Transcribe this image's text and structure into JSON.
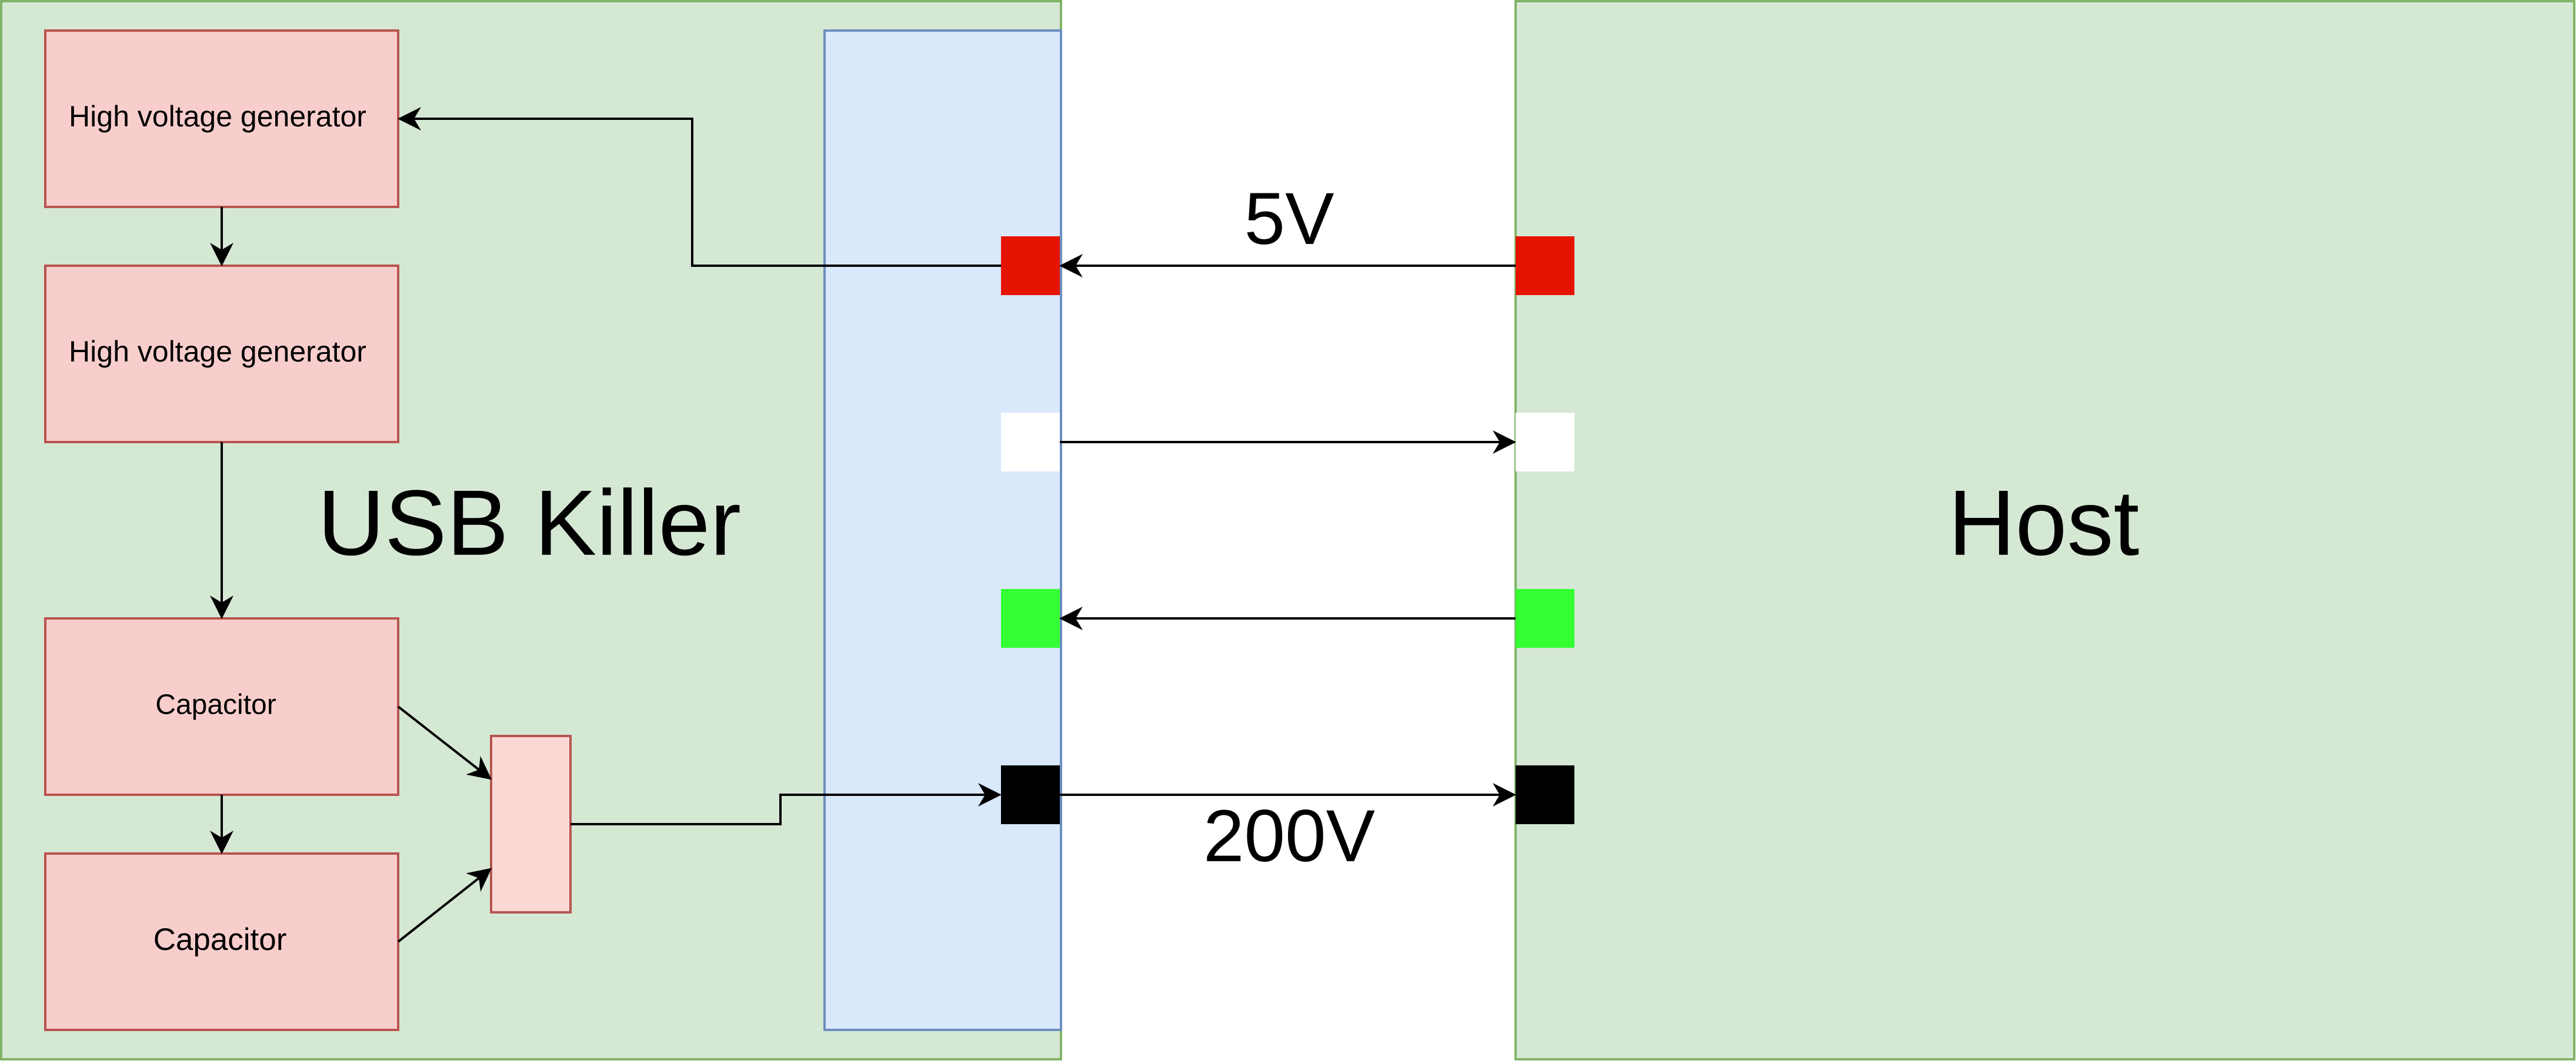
{
  "diagram": {
    "left_panel": {
      "label": "USB Killer"
    },
    "right_panel": {
      "label": "Host"
    },
    "blocks": {
      "hv_generator_1": "High voltage generator",
      "hv_generator_2": "High voltage generator",
      "capacitor_1": "Capacitor",
      "capacitor_2": "Capacitor"
    },
    "connections": {
      "power_line_label": "5V",
      "ground_line_label": "200V"
    },
    "colors": {
      "panel_fill": "#d5e8d4",
      "panel_stroke": "#82b366",
      "connector_fill": "#dae8fc",
      "connector_stroke": "#6c8ebf",
      "block_fill": "#f8cecc",
      "block_stroke": "#b85450",
      "pin_vcc": "#e51400",
      "pin_data_minus": "#ffffff",
      "pin_data_plus": "#33ff33",
      "pin_ground": "#000000"
    }
  }
}
